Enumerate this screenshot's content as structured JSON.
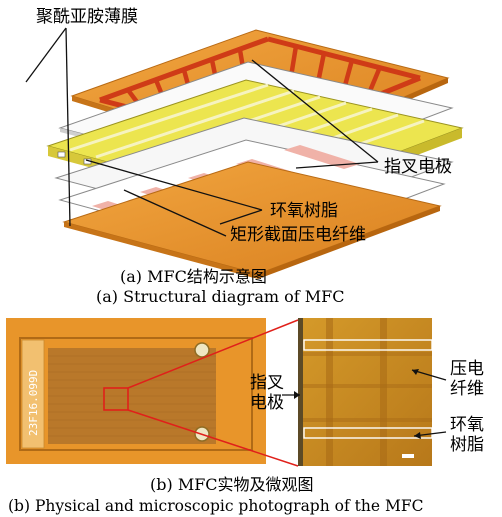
{
  "part_a": {
    "labels": {
      "polyimide": "聚酰亚胺薄膜",
      "ide": "指叉电极",
      "epoxy": "环氧树脂",
      "fiber": "矩形截面压电纤维"
    },
    "caption_cn": "(a)  MFC结构示意图",
    "caption_en": "(a)  Structural diagram of MFC"
  },
  "part_b": {
    "serial_text": "23F16.099D",
    "label_ide_1": "指叉",
    "label_ide_2": "电极",
    "label_fiber_1": "压电",
    "label_fiber_2": "纤维",
    "label_epoxy_1": "环氧",
    "label_epoxy_2": "树脂",
    "caption_cn": "(b)  MFC实物及微观图",
    "caption_en": "(b)  Physical and microscopic photograph of the MFC"
  },
  "colors": {
    "orange": "#e8952a",
    "copper": "#d94a20",
    "yellow": "#e9e24a",
    "pink": "#f2b8b0",
    "micro_bg": "#c98a1c",
    "red_line": "#e0201a"
  }
}
